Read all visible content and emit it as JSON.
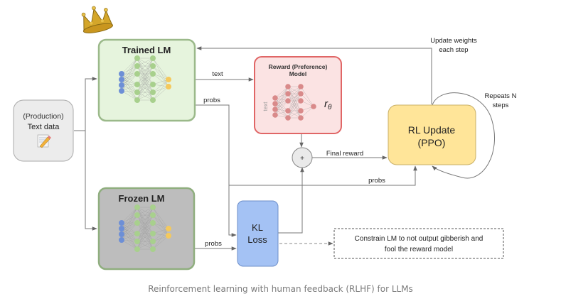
{
  "diagram": {
    "nodes": {
      "text_data": {
        "line1": "(Production)",
        "line2": "Text data",
        "icon": "memo-pencil-icon"
      },
      "trained_lm": {
        "label": "Trained LM",
        "badge_icon": "crown-icon"
      },
      "frozen_lm": {
        "label": "Frozen LM"
      },
      "reward_model": {
        "line1": "Reward (Preference)",
        "line2": "Model",
        "side_label": "text",
        "output_symbol": "r",
        "output_subscript": "θ"
      },
      "sum": {
        "label": "+"
      },
      "kl_loss": {
        "line1": "KL",
        "line2": "Loss"
      },
      "rl_update": {
        "line1": "RL Update",
        "line2": "(PPO)"
      },
      "note": {
        "line1": "Constrain LM to not output gibberish and",
        "line2": "fool the reward model"
      }
    },
    "edges": {
      "text_label": "text",
      "probs_trained_label": "probs",
      "probs_frozen_label": "probs",
      "probs_rl_label": "probs",
      "final_reward_label": "Final reward",
      "update_weights_line1": "Update weights",
      "update_weights_line2": "each step",
      "repeats_line1": "Repeats N",
      "repeats_line2": "steps"
    },
    "colors": {
      "trained_fill": "#e6f4dd",
      "trained_stroke": "#9bb98a",
      "frozen_fill": "#bdbdbd",
      "frozen_stroke": "#8fae7e",
      "reward_fill": "#fbe3e3",
      "reward_stroke": "#e06666",
      "kl_fill": "#a4c2f4",
      "kl_stroke": "#6d8fc9",
      "rl_fill": "#ffe599",
      "rl_stroke": "#c9b068",
      "input_fill": "#ececec",
      "node_green": "#a8d08d",
      "node_blue": "#6d8fd6",
      "node_yellow": "#f4c95d",
      "node_pink": "#d98a8a",
      "line": "#666666"
    }
  },
  "caption": "Reinforcement learning with human feedback (RLHF) for LLMs"
}
